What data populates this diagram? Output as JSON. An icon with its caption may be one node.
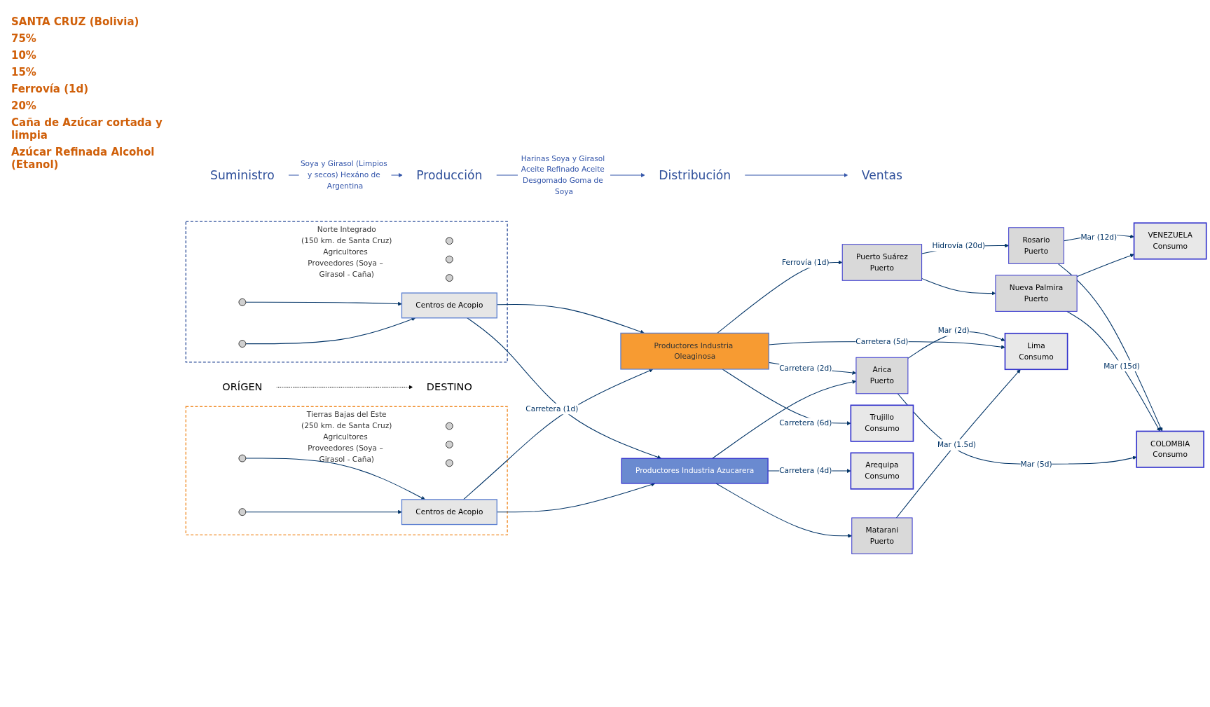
{
  "diagram": {
    "nodes": [
      {
        "text": [
          "Norte Integrado",
          "(150 km. de Santa Cruz)",
          "Agricultores Proveedores (Soya – Girasol - Caña)"
        ]
      },
      {
        "text": [],
        "shape": "circle",
        "in": 0
      },
      {
        "text": [],
        "shape": "circle",
        "in": 0
      },
      {
        "text": [],
        "shape": "circle",
        "in": 0
      },
      {
        "text": [],
        "shape": "circle",
        "in": 0
      },
      {
        "text": [],
        "shape": "circle",
        "in": 0
      },
      {
        "text": [
          "Centros de Acopio"
        ],
        "in": 0
      },
      {
        "text": [
          "Tierras Bajas del Este",
          "(250 km. de Santa Cruz)",
          "Agricultores Proveedores (Soya – Girasol - Caña)"
        ]
      },
      {
        "text": [],
        "shape": "circle",
        "in": 7
      },
      {
        "text": [],
        "shape": "circle",
        "in": 7
      },
      {
        "text": [],
        "shape": "circle",
        "in": 7
      },
      {
        "text": [],
        "shape": "circle",
        "in": 7
      },
      {
        "text": [],
        "shape": "circle",
        "in": 7
      },
      {
        "text": [
          "Centros de Acopio"
        ],
        "in": 7
      },
      {
        "text": [
          "Productores Industria Oleaginosa"
        ]
      },
      {
        "text": [
          "Productores Industria Azucarera"
        ]
      },
      {
        "text": [
          "Puerto Suárez",
          "Puerto"
        ]
      },
      {
        "text": [
          "Rosario",
          "Puerto"
        ]
      },
      {
        "text": [
          "Nueva Palmira",
          "Puerto"
        ]
      },
      {
        "text": [
          "Arica",
          "Puerto"
        ]
      },
      {
        "text": [
          "Matarani",
          "Puerto"
        ]
      },
      {
        "text": [
          "VENEZUELA",
          "Consumo"
        ]
      },
      {
        "text": [
          "COLOMBIA",
          "Consumo"
        ]
      },
      {
        "text": [
          "Lima",
          "Consumo"
        ]
      },
      {
        "text": [
          "Trujillo",
          "Consumo"
        ]
      },
      {
        "text": [
          "Arequipa",
          "Consumo"
        ]
      },
      {
        "text": [
          "ORÍGEN"
        ]
      },
      {
        "text": [
          "DESTINO"
        ]
      },
      {
        "text": [
          "Suministro"
        ]
      },
      {
        "text": [
          "Producción"
        ]
      },
      {
        "text": [
          "Distribución"
        ]
      },
      {
        "text": [
          "Ventas"
        ]
      }
    ],
    "edges": [
      {
        "from": 26,
        "to": 27,
        "arrow": "to",
        "style": "dashed",
        "color": "#000000"
      },
      {
        "from": 2,
        "to": 6,
        "arrow": "to"
      },
      {
        "from": 4,
        "to": 6,
        "arrow": "to"
      },
      {
        "from": 9,
        "to": 13,
        "arrow": "to"
      },
      {
        "from": 11,
        "to": 13,
        "arrow": "to"
      },
      {
        "from": 6,
        "to": 14,
        "arrow": "to"
      },
      {
        "from": 6,
        "to": 15,
        "arrow": "to",
        "label": "Carretera (1d)"
      },
      {
        "from": 13,
        "to": 14,
        "arrow": "to"
      },
      {
        "from": 13,
        "to": 15,
        "arrow": "to"
      },
      {
        "from": 14,
        "to": 16,
        "arrow": "to",
        "label": "Ferrovía (1d)"
      },
      {
        "from": 16,
        "to": 17,
        "arrow": "to",
        "label": "Hidrovía (20d)"
      },
      {
        "from": 16,
        "to": 18,
        "arrow": "to"
      },
      {
        "from": 17,
        "to": 21,
        "arrow": "to",
        "label": "Mar (12d)"
      },
      {
        "from": 17,
        "to": 22,
        "arrow": "to"
      },
      {
        "from": 18,
        "to": 21,
        "arrow": "to"
      },
      {
        "from": 18,
        "to": 22,
        "arrow": "to",
        "label": "Mar (15d)"
      },
      {
        "from": 14,
        "to": 19,
        "arrow": "to",
        "label": "Carretera (2d)"
      },
      {
        "from": 19,
        "to": 22,
        "arrow": "to",
        "label": "Mar (5d)"
      },
      {
        "from": 19,
        "to": 23,
        "arrow": "to",
        "label": "Mar (2d)"
      },
      {
        "from": 14,
        "to": 23,
        "arrow": "to",
        "label": "Carretera (5d)"
      },
      {
        "from": 14,
        "to": 24,
        "arrow": "to",
        "label": "Carretera (6d)"
      },
      {
        "from": 15,
        "to": 19,
        "arrow": "to"
      },
      {
        "from": 15,
        "to": 20,
        "arrow": "to"
      },
      {
        "from": 15,
        "to": 25,
        "arrow": "to",
        "label": "Carretera (4d)"
      },
      {
        "from": 20,
        "to": 23,
        "arrow": "to",
        "label": "Mar (1.5d)"
      },
      {
        "from": 28,
        "to": 29,
        "arrow": "to",
        "label": "Soya y Girasol (Limpios y secos) Hexáno de Argentina",
        "color": "#3355aa"
      },
      {
        "from": 29,
        "to": 30,
        "arrow": "to",
        "label": "Harinas Soya y Girasol Aceite Refinado Aceite Desgomado Goma de Soya",
        "color": "#3355aa"
      },
      {
        "from": 30,
        "to": 31,
        "arrow": "to",
        "color": "#3355aa"
      }
    ],
    "labels": [
      "SANTA CRUZ (Bolivia)",
      "75%",
      "10%",
      "15%",
      "Ferrovía (1d)",
      "20%",
      "Caña de Azúcar cortada y limpia",
      "Azúcar Refinada Alcohol (Etanol)"
    ]
  }
}
